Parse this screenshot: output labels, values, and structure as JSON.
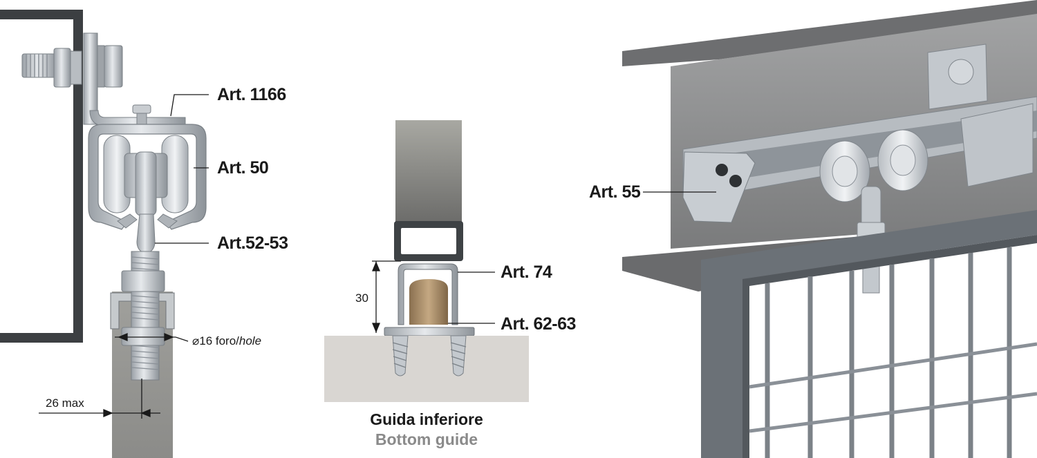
{
  "left_panel": {
    "labels": {
      "art_1166": "Art. 1166",
      "art_50": "Art. 50",
      "art_52_53": "Art.52-53"
    },
    "hole_dim_prefix": "⌀16 foro/",
    "hole_dim_italic": "hole",
    "width_dim": "26 max"
  },
  "center_panel": {
    "labels": {
      "art_74": "Art. 74",
      "art_62_63": "Art. 62-63"
    },
    "height_dim": "30",
    "caption_it": "Guida inferiore",
    "caption_en": "Bottom guide"
  },
  "right_panel": {
    "labels": {
      "art_55": "Art. 55"
    }
  },
  "colors": {
    "steel": "#c4c8cc",
    "dark_steel": "#6e7277",
    "beam": "#8a8b8c",
    "gate_frame": "#6b7177",
    "concrete": "#d9d6d2",
    "nylon_roller": "#a98e6a",
    "caption_en": "#8a8a8a"
  }
}
